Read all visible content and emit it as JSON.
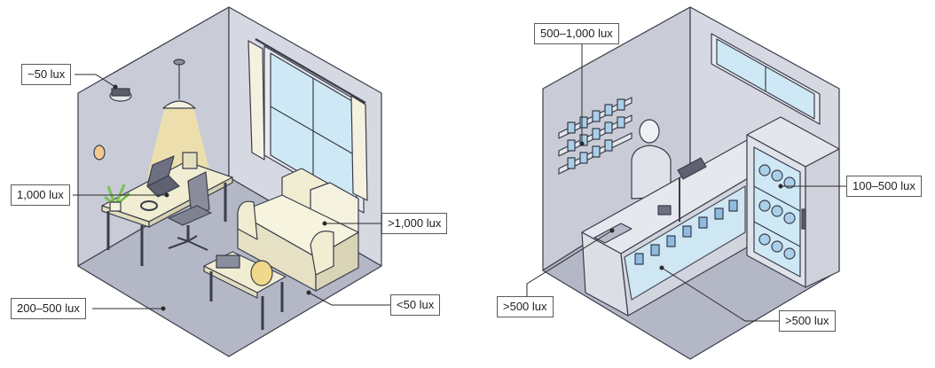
{
  "colors": {
    "wall_left": "#c9ccd6",
    "wall_right": "#d6d9e2",
    "floor": "#b4b7c5",
    "outline": "#3a3d4a",
    "furniture_cream": "#f1edd2",
    "glass": "#cfe8f6",
    "bottle_blue": "#a9cfe9",
    "light_cone": "#f3e2a6",
    "leader": "#2b2b2b"
  },
  "labels": {
    "ceiling": "~50 lux",
    "desk": "1,000 lux",
    "floor": "200–500 lux",
    "window": ">1,000 lux",
    "corner": "<50 lux",
    "shelf": "500–1,000 lux",
    "fridge": "100–500 lux",
    "counter": ">500 lux",
    "display": ">500 lux"
  }
}
